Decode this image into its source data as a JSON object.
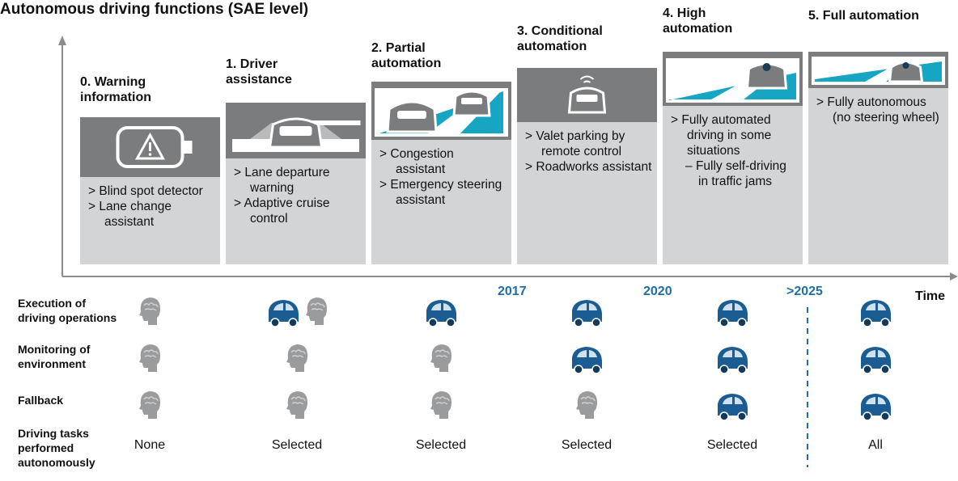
{
  "title": "Autonomous driving functions (SAE level)",
  "colors": {
    "card_background": "#d3d4d6",
    "card_image_background": "#7b7c7e",
    "road_cyan": "#16a6c4",
    "year_blue": "#1f6ea4",
    "car_blue": "#1b5d92",
    "brain_grey": "#9a9b9d"
  },
  "levels": [
    {
      "title_lines": [
        "0. Warning",
        "information"
      ],
      "image_icon": "warning-display-icon",
      "items": [
        {
          "text": "Blind spot detector"
        },
        {
          "text": "Lane change assistant"
        }
      ]
    },
    {
      "title_lines": [
        "1. Driver",
        "assistance"
      ],
      "image_icon": "car-lane-assist-icon",
      "items": [
        {
          "text": "Lane departure warning"
        },
        {
          "text": "Adaptive cruise control"
        }
      ]
    },
    {
      "title_lines": [
        "2. Partial",
        "automation"
      ],
      "image_icon": "two-cars-road-icon",
      "items": [
        {
          "text": "Congestion assistant"
        },
        {
          "text": "Emergency steering assistant"
        }
      ]
    },
    {
      "title_lines": [
        "3. Conditional",
        "automation"
      ],
      "image_icon": "remote-car-icon",
      "items": [
        {
          "text": "Valet parking by remote control"
        },
        {
          "text": "Roadworks assistant"
        }
      ]
    },
    {
      "title_lines": [
        "4. High",
        "automation"
      ],
      "image_icon": "car-driver-relaxed-icon",
      "items": [
        {
          "text": "Fully automated driving in some situations",
          "sub": "Fully self-driving in traffic jams"
        }
      ]
    },
    {
      "title_lines": [
        "5. Full automation"
      ],
      "image_icon": "car-driver-sleeping-icon",
      "items": [
        {
          "text": "Fully autonomous (no steering wheel)"
        }
      ]
    }
  ],
  "item_prefix": ">",
  "sub_prefix": "–",
  "timeline": {
    "axis_label": "Time",
    "years": [
      "2017",
      "2020",
      ">2025"
    ]
  },
  "rows": [
    {
      "label_lines": [
        "Execution of",
        "driving operations"
      ],
      "cells": [
        [
          "brain"
        ],
        [
          "car",
          "brain"
        ],
        [
          "car"
        ],
        [
          "car"
        ],
        [
          "car"
        ],
        [
          "car"
        ]
      ]
    },
    {
      "label_lines": [
        "Monitoring of",
        "environment"
      ],
      "cells": [
        [
          "brain"
        ],
        [
          "brain"
        ],
        [
          "brain"
        ],
        [
          "car"
        ],
        [
          "car"
        ],
        [
          "car"
        ]
      ]
    },
    {
      "label_lines": [
        "Fallback"
      ],
      "cells": [
        [
          "brain"
        ],
        [
          "brain"
        ],
        [
          "brain"
        ],
        [
          "brain"
        ],
        [
          "car"
        ],
        [
          "car"
        ]
      ]
    }
  ],
  "tasks_row": {
    "label_lines": [
      "Driving tasks",
      "performed",
      "autonomously"
    ],
    "values": [
      "None",
      "Selected",
      "Selected",
      "Selected",
      "Selected",
      "All"
    ]
  }
}
